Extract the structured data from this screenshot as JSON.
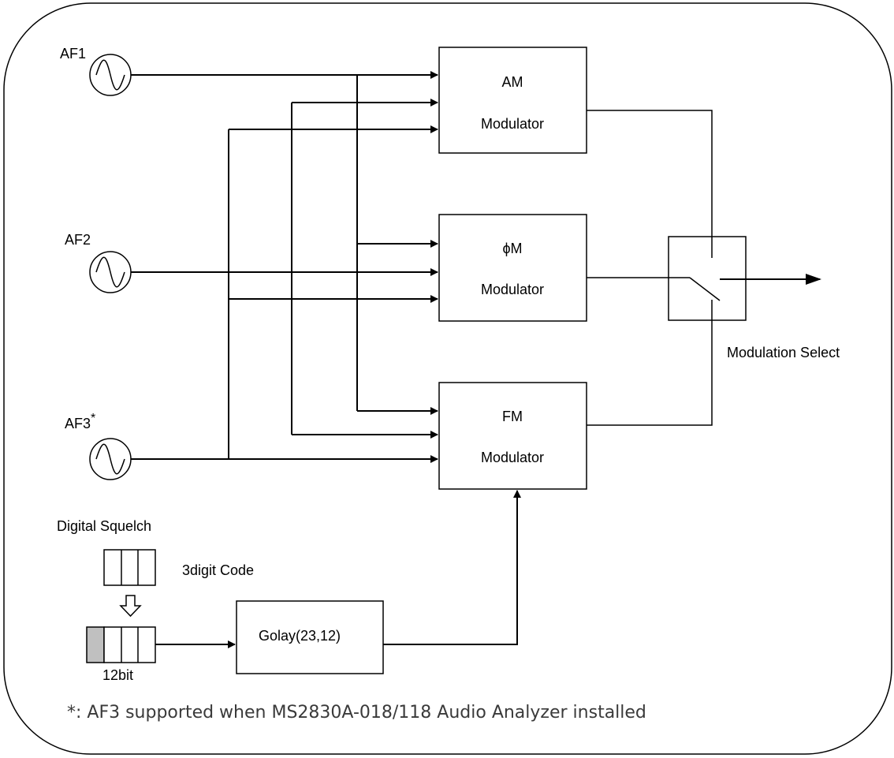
{
  "sources": {
    "af1": "AF1",
    "af2": "AF2",
    "af3": "AF3",
    "af3_mark": "*"
  },
  "modulators": {
    "am": {
      "line1": "AM",
      "line2": "Modulator"
    },
    "pm": {
      "line1": "ϕM",
      "line2": "Modulator"
    },
    "fm": {
      "line1": "FM",
      "line2": "Modulator"
    }
  },
  "switch": {
    "label": "Modulation Select"
  },
  "squelch": {
    "title": "Digital Squelch",
    "code_label": "3digit Code",
    "bit_label": "12bit"
  },
  "golay": {
    "label": "Golay(23,12)"
  },
  "footnote": "*: AF3 supported when MS2830A-018/118 Audio Analyzer installed",
  "colors": {
    "cell_fill": "#c0c0c0",
    "note_text": "#3a3a3a"
  }
}
